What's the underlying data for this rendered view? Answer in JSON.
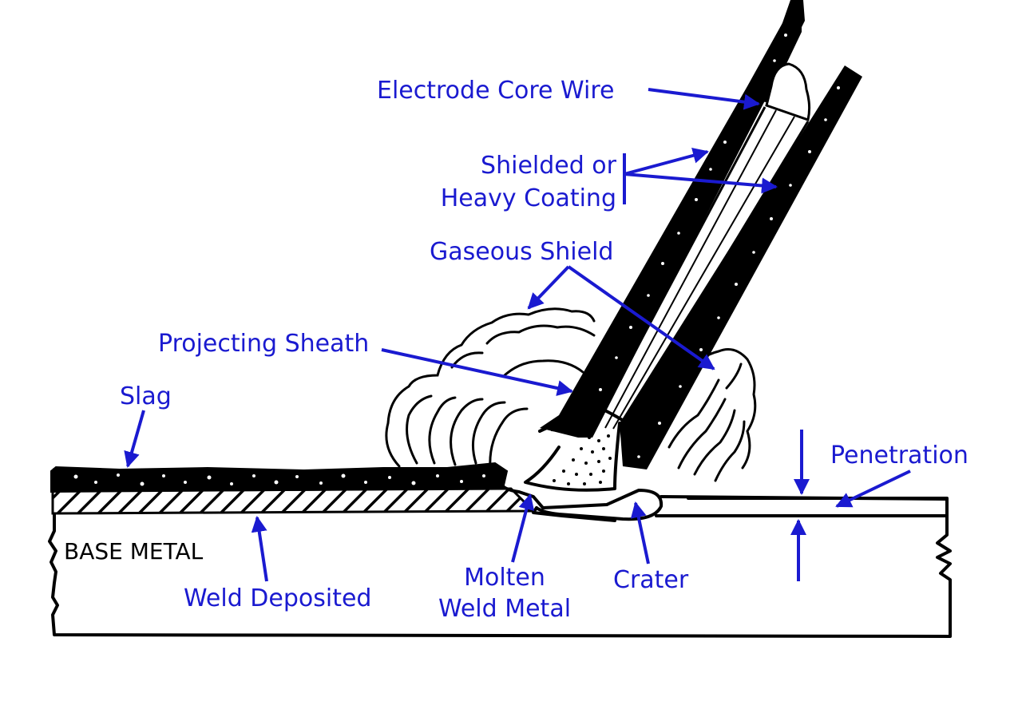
{
  "labels": {
    "electrode_core_wire": "Electrode Core Wire",
    "shielded_line1": "Shielded or",
    "shielded_line2": "Heavy Coating",
    "gaseous_shield": "Gaseous Shield",
    "projecting_sheath": "Projecting Sheath",
    "slag": "Slag",
    "penetration": "Penetration",
    "base_metal": "BASE METAL",
    "weld_deposited": "Weld Deposited",
    "molten_line1": "Molten",
    "molten_line2": "Weld Metal",
    "crater": "Crater"
  },
  "colors": {
    "label": "#1a1ad0",
    "outline": "#000000",
    "background": "#ffffff"
  }
}
